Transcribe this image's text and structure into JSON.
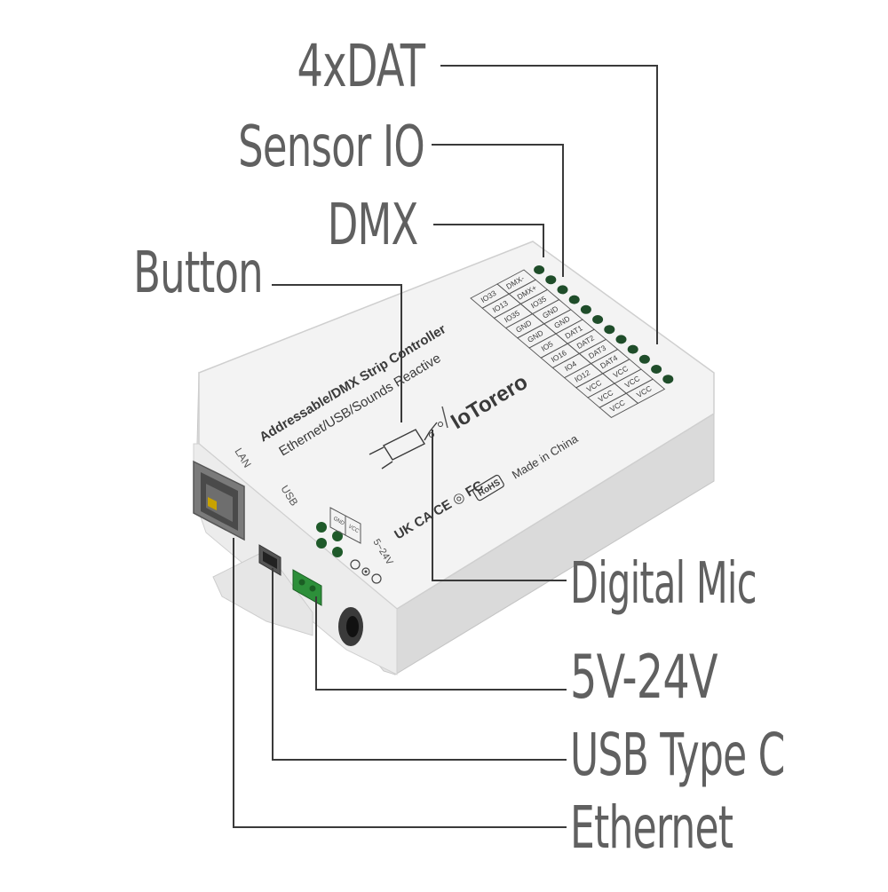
{
  "callouts": {
    "dat": "4xDAT",
    "sensor_io": "Sensor IO",
    "dmx": "DMX",
    "button": "Button",
    "digital_mic": "Digital Mic",
    "power": "5V-24V",
    "usb": "USB Type C",
    "ethernet": "Ethernet"
  },
  "device": {
    "title_line1": "Addressable/DMX Strip Controller",
    "title_line2": "Ethernet/USB/Sounds Reactive",
    "brand": "IoTorero",
    "made_in": "Made in China",
    "certifications": "UK CA  CE  ◎  FC",
    "rohs": "RoHS",
    "lan_label": "LAN",
    "usb_label": "USB",
    "voltage_label": "5~24V",
    "terminal_left": [
      "GND",
      "VCC"
    ],
    "pin_grid": [
      [
        "IO33",
        "DMX-"
      ],
      [
        "IO13",
        "DMX+"
      ],
      [
        "IO35",
        "IO35"
      ],
      [
        "GND",
        "GND"
      ],
      [
        "GND",
        "GND"
      ],
      [
        "IO5",
        "DAT1"
      ],
      [
        "IO16",
        "DAT2"
      ],
      [
        "IO4",
        "DAT3"
      ],
      [
        "IO12",
        "DAT4"
      ],
      [
        "VCC",
        "VCC"
      ],
      [
        "VCC",
        "VCC"
      ],
      [
        "VCC",
        "VCC"
      ]
    ]
  },
  "colors": {
    "line": "#3a3a3a",
    "label": "#606060",
    "body_top": "#f2f2f2",
    "body_side": "#dcdcdc"
  }
}
